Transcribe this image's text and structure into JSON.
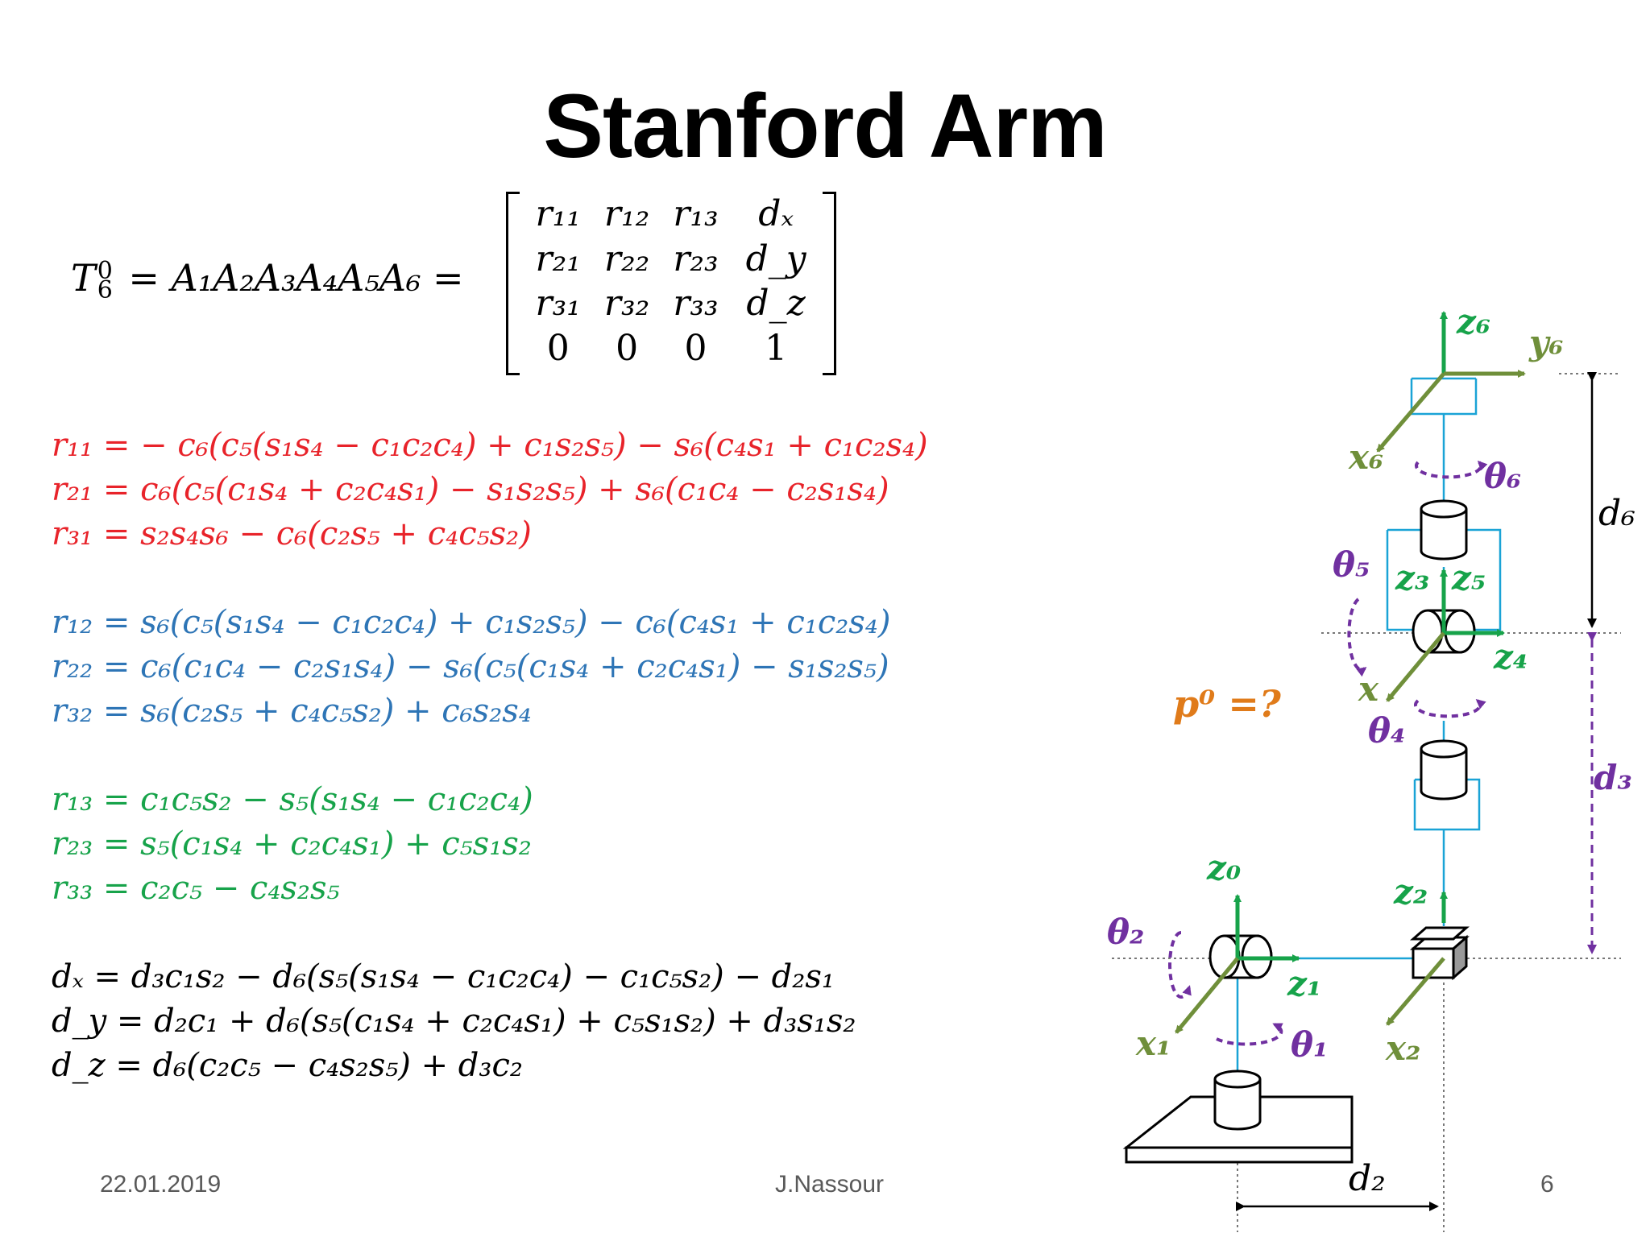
{
  "slide": {
    "title": "Stanford Arm",
    "matrix_lhs": "= A₁A₂A₃A₄A₅A₆ =",
    "matrix_lhs_symbol": "T",
    "matrix_lhs_sup": "0",
    "matrix_lhs_sub": "6",
    "matrix": [
      [
        "r₁₁",
        "r₁₂",
        "r₁₃",
        "dₓ"
      ],
      [
        "r₂₁",
        "r₂₂",
        "r₂₃",
        "d_y"
      ],
      [
        "r₃₁",
        "r₃₂",
        "r₃₃",
        "d_z"
      ],
      [
        "0",
        "0",
        "0",
        "1"
      ]
    ],
    "equations_red": [
      "r₁₁ = − c₆(c₅(s₁s₄ − c₁c₂c₄) + c₁s₂s₅) − s₆(c₄s₁ + c₁c₂s₄)",
      "r₂₁ = c₆(c₅(c₁s₄ + c₂c₄s₁) − s₁s₂s₅) + s₆(c₁c₄ − c₂s₁s₄)",
      "r₃₁ = s₂s₄s₆ − c₆(c₂s₅ + c₄c₅s₂)"
    ],
    "equations_blue": [
      "r₁₂ = s₆(c₅(s₁s₄ − c₁c₂c₄) + c₁s₂s₅) − c₆(c₄s₁ + c₁c₂s₄)",
      "r₂₂ = c₆(c₁c₄ − c₂s₁s₄) − s₆(c₅(c₁s₄ + c₂c₄s₁) − s₁s₂s₅)",
      "r₃₂ = s₆(c₂s₅ + c₄c₅s₂) + c₆s₂s₄"
    ],
    "equations_green": [
      "r₁₃ = c₁c₅s₂ − s₅(s₁s₄ − c₁c₂c₄)",
      "r₂₃ = s₅(c₁s₄ + c₂c₄s₁) + c₅s₁s₂",
      "r₃₃ = c₂c₅ − c₄s₂s₅"
    ],
    "equations_black": [
      "dₓ = d₃c₁s₂ − d₆(s₅(s₁s₄ − c₁c₂c₄) − c₁c₅s₂) − d₂s₁",
      "d_y = d₂c₁ + d₆(s₅(c₁s₄ + c₂c₄s₁) + c₅s₁s₂) + d₃s₁s₂",
      "d_z = d₆(c₂c₅ − c₄s₂s₅) + d₃c₂"
    ]
  },
  "diagram": {
    "labels": {
      "z6": "z₆",
      "y6": "y₆",
      "x6": "x₆",
      "theta6": "θ₆",
      "d6": "d₆",
      "theta5": "θ₅",
      "z3": "z₃",
      "z5": "z₅",
      "z4": "z₄",
      "x4": "x",
      "theta4": "θ₄",
      "d3": "d₃",
      "p0": "p⁰ =?",
      "z0": "z₀",
      "z2": "z₂",
      "theta2": "θ₂",
      "z1": "z₁",
      "x1": "x₁",
      "theta1": "θ₁",
      "x2": "x₂",
      "d2": "d₂"
    },
    "colors": {
      "z_axis": "#17a34a",
      "x_axis": "#6f8f3a",
      "rotation": "#7030a0",
      "link": "#1aa3d6",
      "p0": "#e07b1a"
    }
  },
  "footer": {
    "date": "22.01.2019",
    "author": "J.Nassour",
    "page": "6"
  }
}
